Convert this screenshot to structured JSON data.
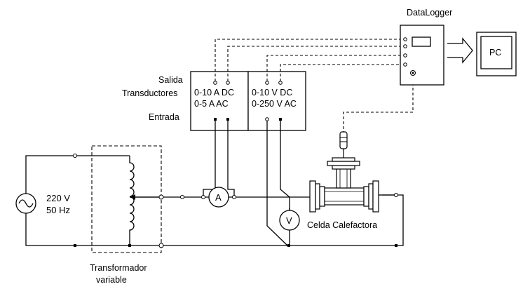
{
  "source": {
    "voltage": "220 V",
    "frequency": "50 Hz"
  },
  "transformer": {
    "line1": "Transformador",
    "line2": "variable"
  },
  "transducers": {
    "label_top": "Salida",
    "label_mid": "Transductores",
    "label_bottom": "Entrada",
    "current": {
      "line1": "0-10 A DC",
      "line2": "0-5 A AC"
    },
    "voltage": {
      "line1": "0-10 V DC",
      "line2": "0-250 V AC"
    }
  },
  "datalogger": {
    "label": "DataLogger"
  },
  "pc": {
    "label": "PC"
  },
  "ammeter": {
    "symbol": "A"
  },
  "voltmeter": {
    "symbol": "V"
  },
  "cell": {
    "label": "Celda Calefactora"
  },
  "icons": [
    "ac-source-icon",
    "coil-icon",
    "ammeter-icon",
    "voltmeter-icon",
    "heating-cell-icon",
    "thermocouple-icon",
    "arrow-icon"
  ]
}
